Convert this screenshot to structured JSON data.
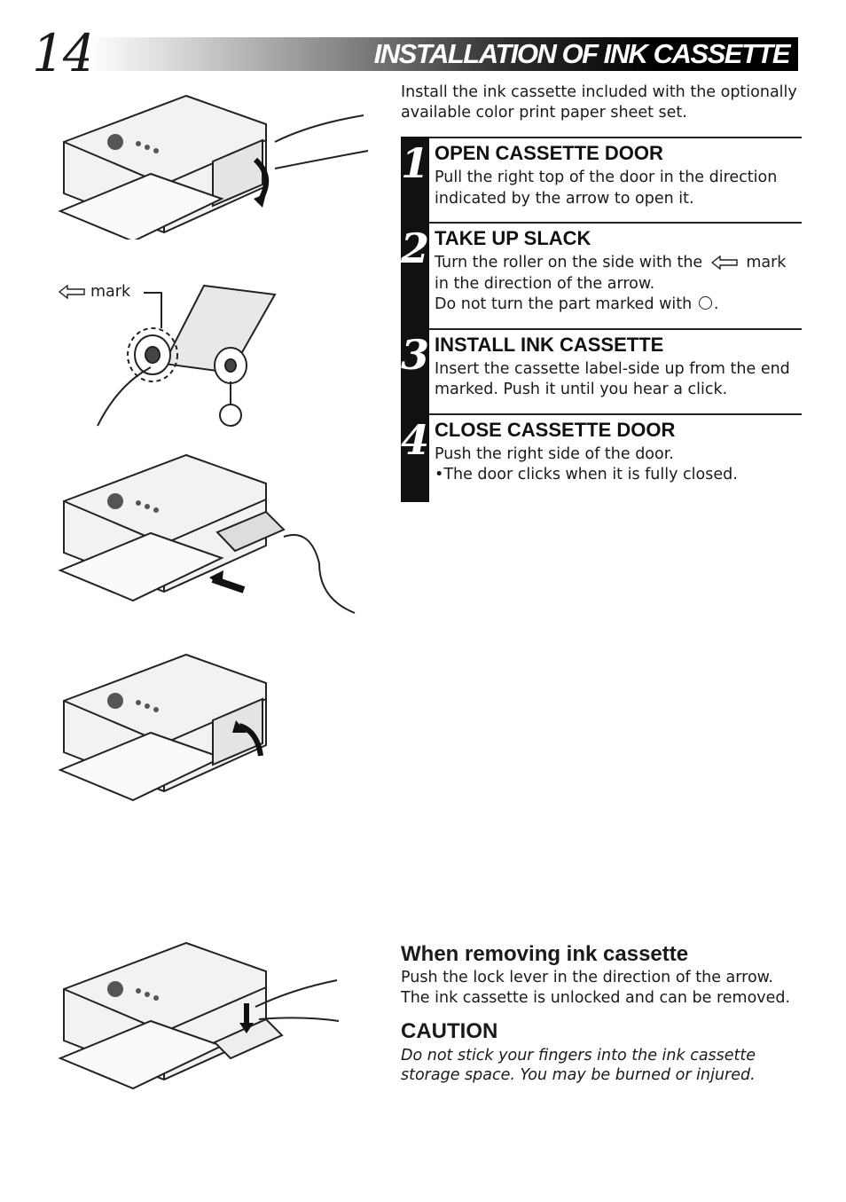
{
  "page": {
    "number": "14",
    "title": "INSTALLATION OF INK CASSETTE"
  },
  "intro": "Install the ink cassette included with the optionally available color print paper sheet set.",
  "steps": [
    {
      "number": "1",
      "title": "OPEN CASSETTE DOOR",
      "lines": [
        "Pull the right top of the door in the direction indicated by the arrow to open it."
      ]
    },
    {
      "number": "2",
      "title": "TAKE UP SLACK",
      "line1_before": "Turn the roller on the side with the",
      "line1_after": "mark in the direction of the arrow.",
      "line2_before": "Do not turn the part marked with",
      "line2_after": "."
    },
    {
      "number": "3",
      "title": "INSTALL INK CASSETTE",
      "lines": [
        "Insert the cassette label-side up from the end marked. Push it until you hear a click."
      ]
    },
    {
      "number": "4",
      "title": "CLOSE CASSETTE DOOR",
      "lines": [
        "Push the right side of the door.",
        "•The door clicks when it is fully closed."
      ]
    }
  ],
  "figure_labels": {
    "mark": "mark"
  },
  "removing": {
    "title": "When removing ink cassette",
    "lines": [
      "Push the lock lever in the direction of the arrow.",
      "The ink cassette is unlocked and can be removed."
    ]
  },
  "caution": {
    "title": "CAUTION",
    "text": "Do not stick your fingers into the ink cassette storage space. You may be burned or injured."
  }
}
